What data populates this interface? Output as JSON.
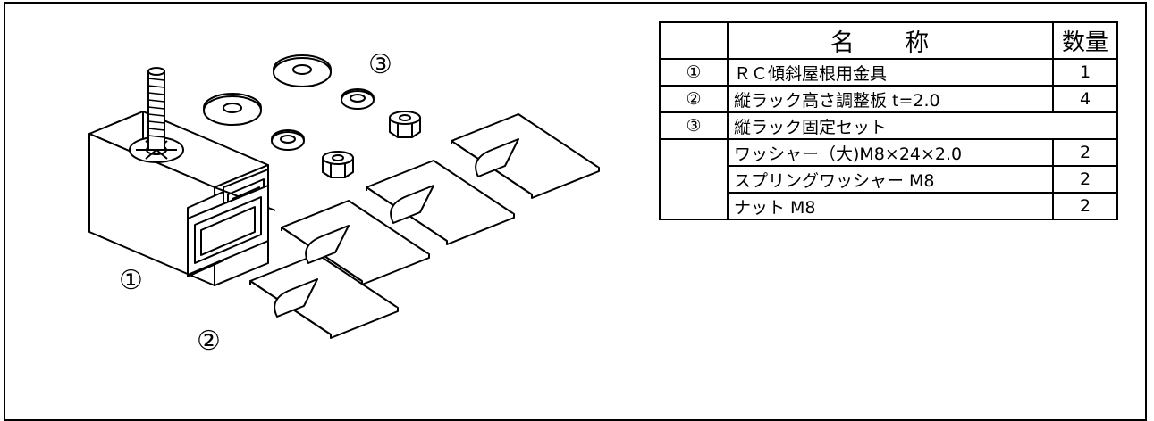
{
  "labels": {
    "part1": "①",
    "part2": "②",
    "part3": "③"
  },
  "table": {
    "header": {
      "num": "",
      "name": "名 称",
      "qty": "数量"
    },
    "rows": [
      {
        "num": "①",
        "name": "ＲＣ傾斜屋根用金具",
        "qty": "1"
      },
      {
        "num": "②",
        "name": "縦ラック高さ調整板 t=2.0",
        "qty": "4"
      },
      {
        "num": "③",
        "name": "縦ラック固定セット",
        "qty": ""
      },
      {
        "num": "",
        "name": "ワッシャー（大)M8×24×2.0",
        "qty": "2"
      },
      {
        "num": "",
        "name": "スプリングワッシャー M8",
        "qty": "2"
      },
      {
        "num": "",
        "name": "ナット M8",
        "qty": "2"
      }
    ]
  }
}
